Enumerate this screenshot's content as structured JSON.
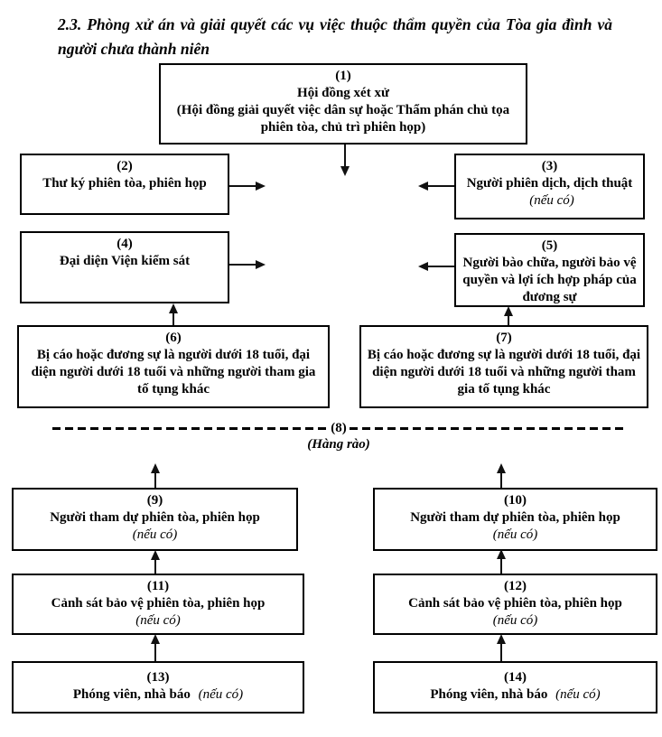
{
  "title": "2.3. Phòng xử án và giải quyết các vụ việc thuộc thẩm quyền của Tòa gia đình và người chưa thành niên",
  "colors": {
    "border": "#000000",
    "text": "#000000",
    "background": "#ffffff",
    "arrow": "#111111"
  },
  "fence": {
    "num": "(8)",
    "label": "(Hàng rào)"
  },
  "boxes": {
    "b1": {
      "num": "(1)",
      "text": "Hội đồng xét xử",
      "sub": "(Hội đồng giải quyết việc dân sự hoặc Thẩm phán chủ tọa phiên tòa, chủ trì phiên họp)"
    },
    "b2": {
      "num": "(2)",
      "text": "Thư ký phiên tòa, phiên họp"
    },
    "b3": {
      "num": "(3)",
      "text": "Người phiên dịch, dịch thuật",
      "note": "(nếu có)"
    },
    "b4": {
      "num": "(4)",
      "text": "Đại diện Viện kiểm sát"
    },
    "b5": {
      "num": "(5)",
      "text": "Người bào chữa, người bảo vệ quyền và lợi ích hợp pháp của đương sự"
    },
    "b6": {
      "num": "(6)",
      "text": "Bị cáo hoặc đương sự là người dưới 18 tuổi, đại diện người dưới 18 tuổi và những người tham gia tố tụng khác"
    },
    "b7": {
      "num": "(7)",
      "text": "Bị cáo hoặc đương sự là người dưới 18 tuổi, đại diện người dưới 18 tuổi và những người tham gia tố tụng khác"
    },
    "b9": {
      "num": "(9)",
      "text": "Người tham dự phiên tòa, phiên họp",
      "note": "(nếu có)"
    },
    "b10": {
      "num": "(10)",
      "text": "Người tham dự phiên tòa, phiên họp",
      "note": "(nếu có)"
    },
    "b11": {
      "num": "(11)",
      "text": "Cảnh sát bảo vệ phiên tòa, phiên họp",
      "note": "(nếu có)"
    },
    "b12": {
      "num": "(12)",
      "text": "Cảnh sát bảo vệ phiên tòa, phiên họp",
      "note": "(nếu có)"
    },
    "b13": {
      "num": "(13)",
      "text": "Phóng viên, nhà báo",
      "note": "(nếu có)"
    },
    "b14": {
      "num": "(14)",
      "text": "Phóng viên, nhà báo",
      "note": "(nếu có)"
    }
  }
}
